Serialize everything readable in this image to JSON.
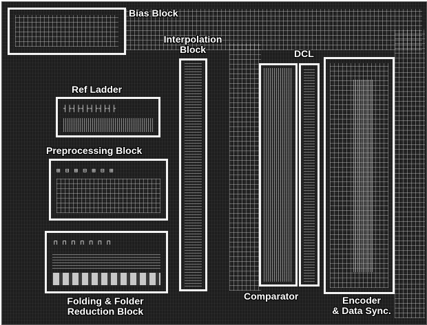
{
  "blocks": {
    "bias": "Bias Block",
    "interpolation_line1": "Interpolation",
    "interpolation_line2": "Block",
    "dcl": "DCL",
    "ref_ladder": "Ref Ladder",
    "preprocessing": "Preprocessing Block",
    "folding_line1": "Folding & Folder",
    "folding_line2": "Reduction Block",
    "comparator": "Comparator",
    "encoder_line1": "Encoder",
    "encoder_line2": "& Data Sync."
  },
  "colors": {
    "background": "#1e1e1e",
    "outline": "#f4f4f4",
    "label": "#ffffff"
  }
}
